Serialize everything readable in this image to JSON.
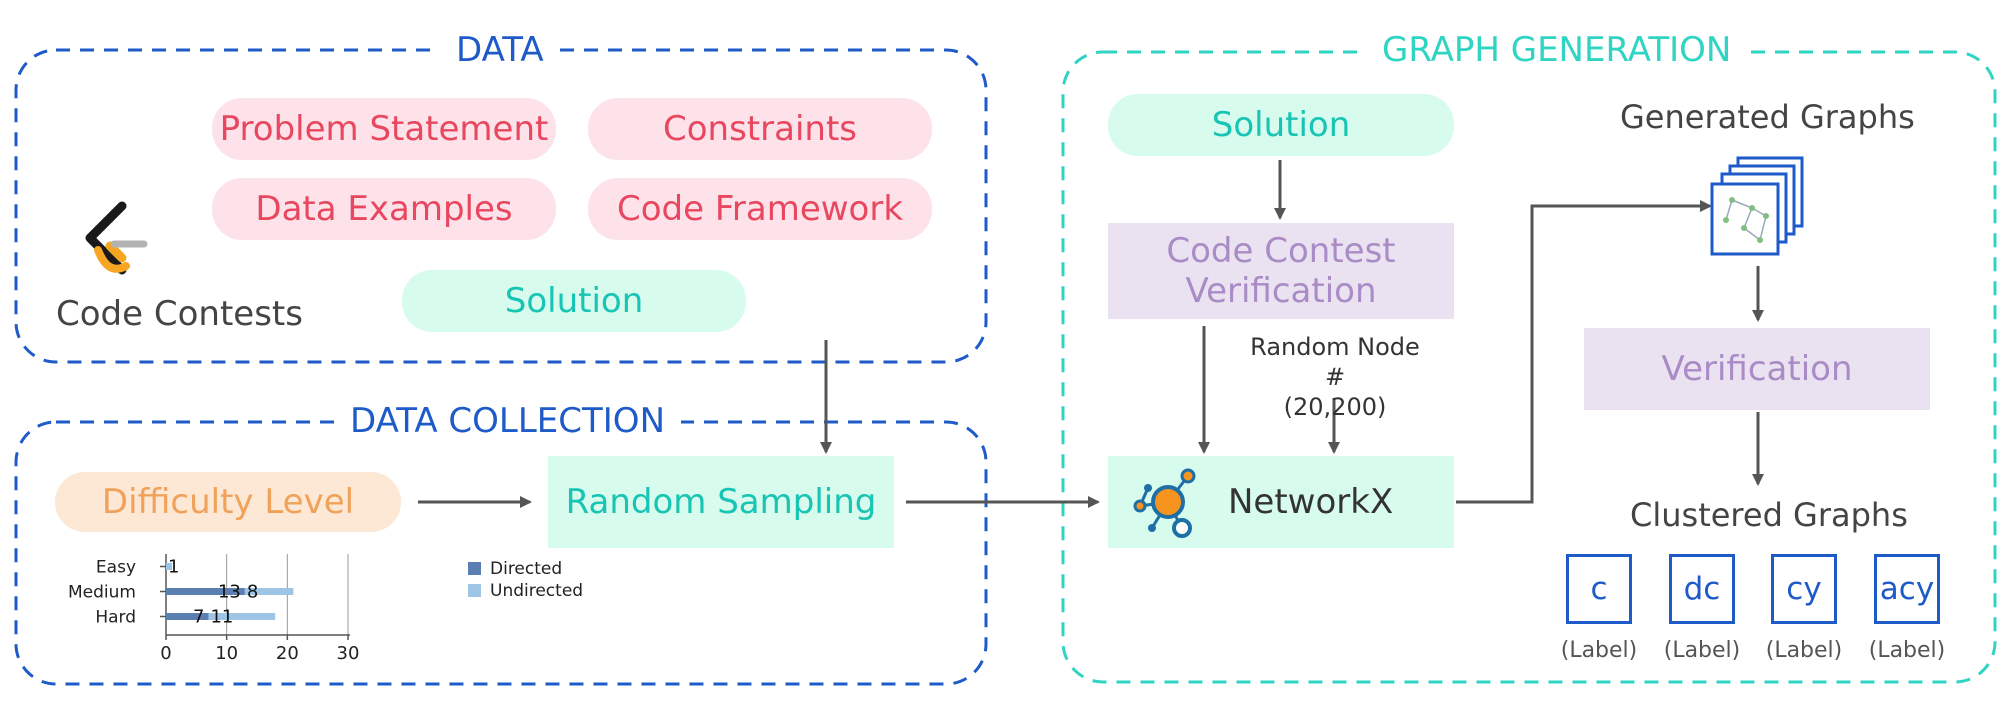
{
  "data_section": {
    "title": "DATA",
    "items": [
      "Problem Statement",
      "Constraints",
      "Data Examples",
      "Code Framework"
    ],
    "solution": "Solution",
    "source_name": "Code Contests"
  },
  "collection_section": {
    "title": "DATA COLLECTION",
    "difficulty": "Difficulty Level",
    "sampling": "Random Sampling"
  },
  "graph_section": {
    "title": "GRAPH GENERATION",
    "solution": "Solution",
    "verification_line1": "Code Contest",
    "verification_line2": "Verification",
    "random_node_line1": "Random Node #",
    "random_node_line2": "(20,200)",
    "networkx": "NetworkX",
    "generated_graphs": "Generated Graphs",
    "verification": "Verification",
    "clustered_graphs": "Clustered Graphs",
    "cluster_labels": [
      {
        "name": "c",
        "caption": "(Label)"
      },
      {
        "name": "dc",
        "caption": "(Label)"
      },
      {
        "name": "cy",
        "caption": "(Label)"
      },
      {
        "name": "acy",
        "caption": "(Label)"
      }
    ]
  },
  "colors": {
    "data_border": "#1e5bc8",
    "graph_border": "#2fd4c3",
    "arrow": "#555555"
  },
  "chart_data": {
    "type": "bar",
    "orientation": "horizontal",
    "stacked": true,
    "categories": [
      "Easy",
      "Medium",
      "Hard"
    ],
    "series": [
      {
        "name": "Directed",
        "values": [
          0,
          13,
          7
        ],
        "color": "#5b7fb0"
      },
      {
        "name": "Undirected",
        "values": [
          1,
          8,
          11
        ],
        "color": "#9ec5e6"
      }
    ],
    "data_labels": [
      [
        "",
        "1"
      ],
      [
        "13",
        "8"
      ],
      [
        "7",
        "11"
      ]
    ],
    "xticks": [
      0,
      10,
      20,
      30
    ],
    "xlim": [
      0,
      30
    ],
    "grid": true,
    "legend": "right"
  }
}
